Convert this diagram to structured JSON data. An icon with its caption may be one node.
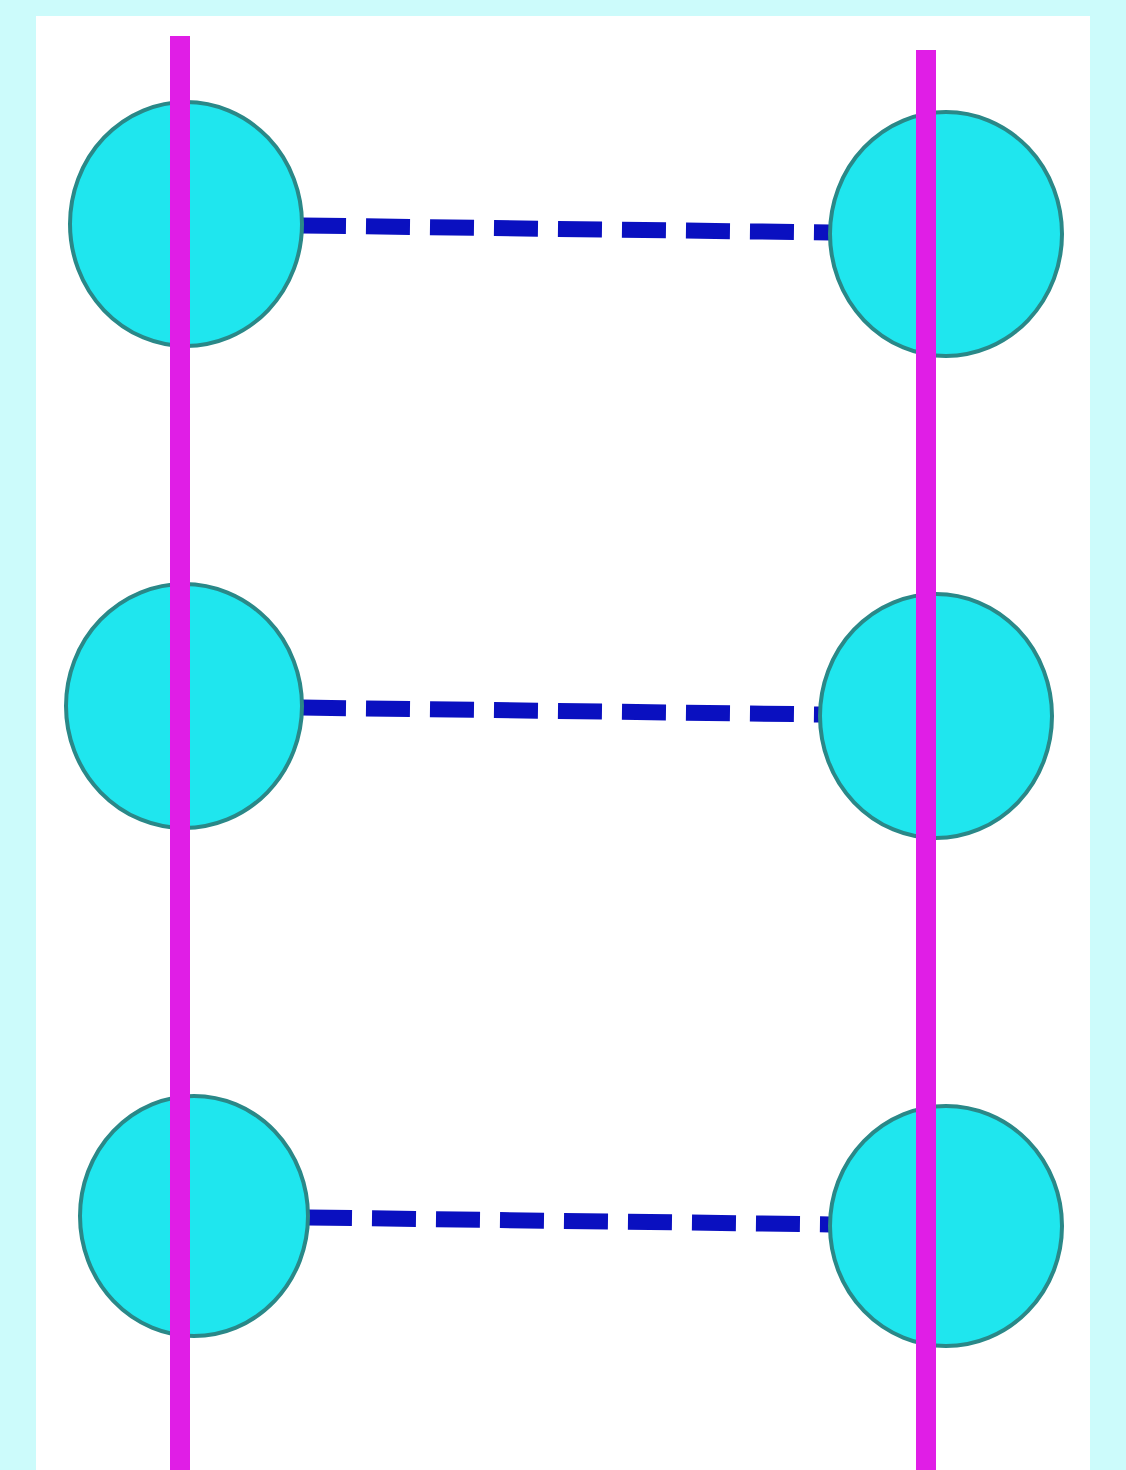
{
  "diagram": {
    "nodes": [
      {
        "text": [],
        "shape": "circle"
      },
      {
        "text": [],
        "shape": "circle"
      },
      {
        "text": [],
        "shape": "circle"
      },
      {
        "text": [],
        "shape": "circle"
      },
      {
        "text": [],
        "shape": "circle"
      },
      {
        "text": [],
        "shape": "circle"
      }
    ],
    "edges": [
      {
        "from": 0,
        "to": 1,
        "arrow": "none",
        "style": "dashed"
      },
      {
        "from": 2,
        "to": 3,
        "arrow": "none",
        "style": "dashed"
      },
      {
        "from": 4,
        "to": 5,
        "arrow": "none",
        "style": "dashed"
      }
    ]
  }
}
